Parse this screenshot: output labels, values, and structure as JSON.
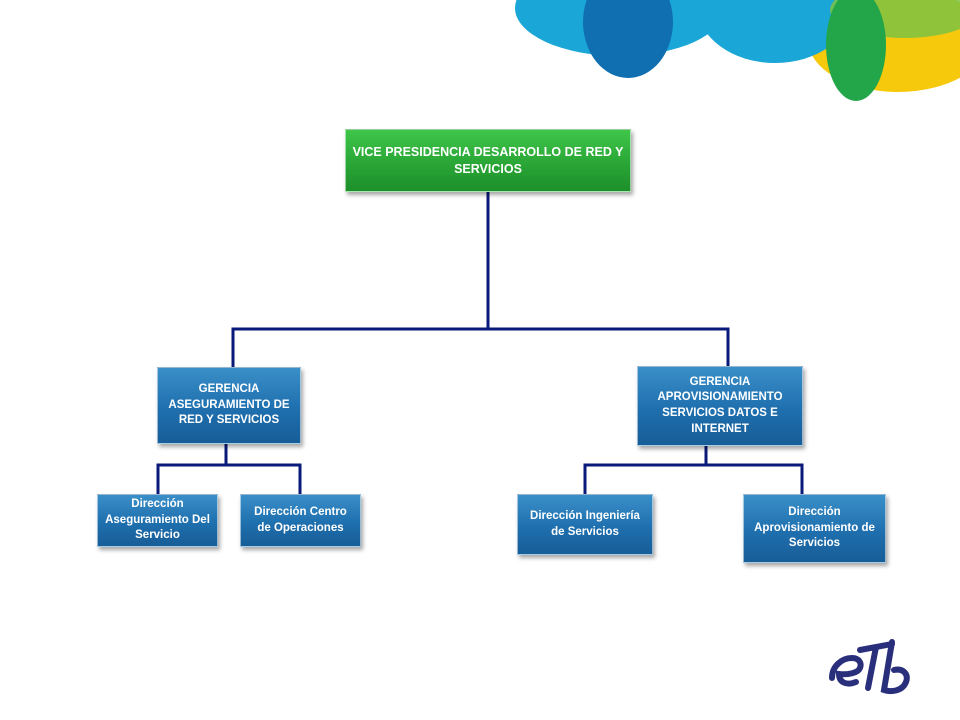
{
  "org_chart": {
    "root": {
      "label": "VICE PRESIDENCIA  DESARROLLO DE RED Y SERVICIOS"
    },
    "left_branch": {
      "label": "GERENCIA ASEGURAMIENTO DE RED Y SERVICIOS",
      "children": [
        {
          "label": "Dirección Aseguramiento Del Servicio"
        },
        {
          "label": "Dirección Centro de Operaciones"
        }
      ]
    },
    "right_branch": {
      "label": "GERENCIA APROVISIONAMIENTO SERVICIOS DATOS E INTERNET",
      "children": [
        {
          "label": "Dirección Ingeniería de Servicios"
        },
        {
          "label": "Dirección Aprovisionamiento de Servicios"
        }
      ]
    }
  },
  "logo": {
    "text": "eTb"
  },
  "colors": {
    "root_fill": "#2aa636",
    "node_fill": "#1f6fae",
    "connector": "#0a1a7a",
    "deco_light_blue": "#1aa7d8",
    "deco_dark_blue": "#0f6fb0",
    "deco_green": "#23a64a",
    "deco_yellow": "#f7c600",
    "logo_color": "#2a2f7c"
  }
}
